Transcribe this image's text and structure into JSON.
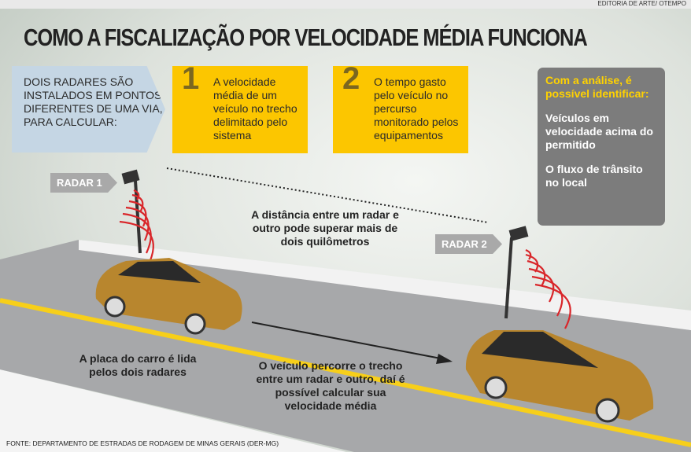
{
  "credit": "EDITORIA DE ARTE/ OTEMPO",
  "title": "COMO A FISCALIZAÇÃO POR VELOCIDADE MÉDIA FUNCIONA",
  "intro": "DOIS RADARES SÃO INSTALADOS EM PONTOS DIFERENTES DE UMA VIA, PARA CALCULAR:",
  "items": [
    {
      "number": "1",
      "text": "A velocidade média de um veículo no trecho delimitado pelo sistema"
    },
    {
      "number": "2",
      "text": "O tempo gasto pelo veículo no percurso monitorado pelos equipamentos"
    }
  ],
  "analysis": {
    "heading": "Com a análise, é possível identificar:",
    "points": [
      "Veículos em velocidade acima do permitido",
      "O fluxo de trânsito no local"
    ]
  },
  "radars": [
    "RADAR 1",
    "RADAR 2"
  ],
  "annotations": {
    "distance": "A distância entre um radar e outro pode superar mais de dois quilômetros",
    "plate": "A placa do carro é lida pelos dois radares",
    "travel": "O veículo percorre o trecho entre um radar e outro, daí é possível calcular sua velocidade média"
  },
  "source": "FONTE: DEPARTAMENTO DE ESTRADAS DE RODAGEM DE MINAS GERAIS (DER-MG)",
  "colors": {
    "yellow": "#fcc600",
    "blue": "#c5d6e4",
    "gray": "#7c7c7c",
    "car": "#b8862e",
    "radar_waves": "#d9262a"
  }
}
